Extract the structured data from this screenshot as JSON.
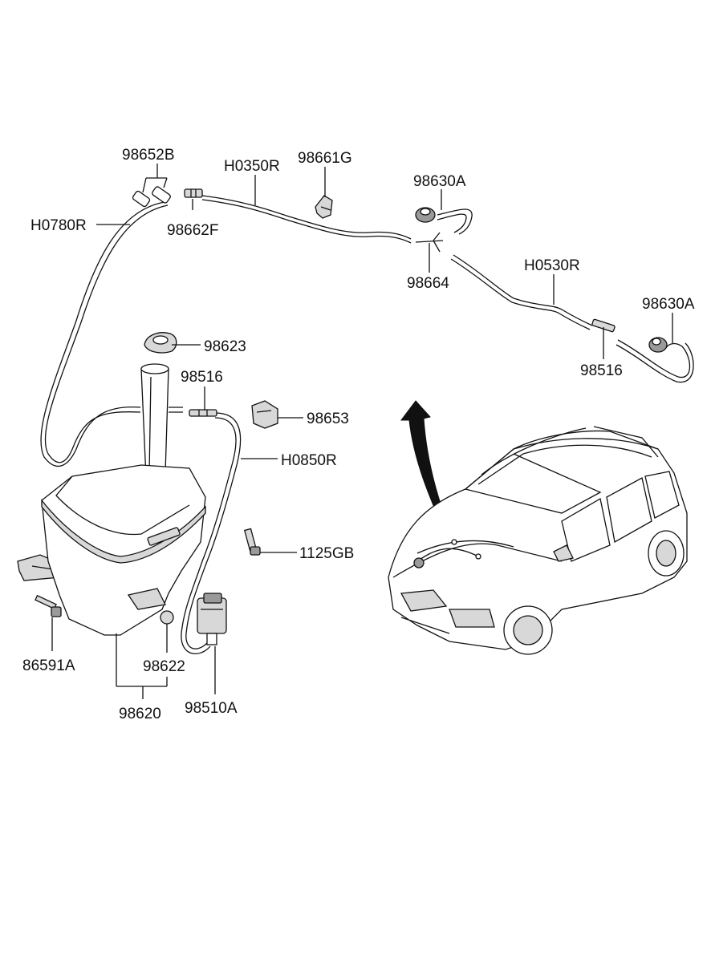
{
  "labels": {
    "p98652B": "98652B",
    "pH0780R": "H0780R",
    "p98662F": "98662F",
    "pH0350R": "H0350R",
    "p98661G": "98661G",
    "p98630A_top": "98630A",
    "p98664": "98664",
    "pH0530R": "H0530R",
    "p98630A_right": "98630A",
    "p98516_right": "98516",
    "p98623": "98623",
    "p98516_left": "98516",
    "p98653": "98653",
    "pH0850R": "H0850R",
    "p1125GB": "1125GB",
    "p86591A": "86591A",
    "p98622": "98622",
    "p98620": "98620",
    "p98510A": "98510A"
  }
}
